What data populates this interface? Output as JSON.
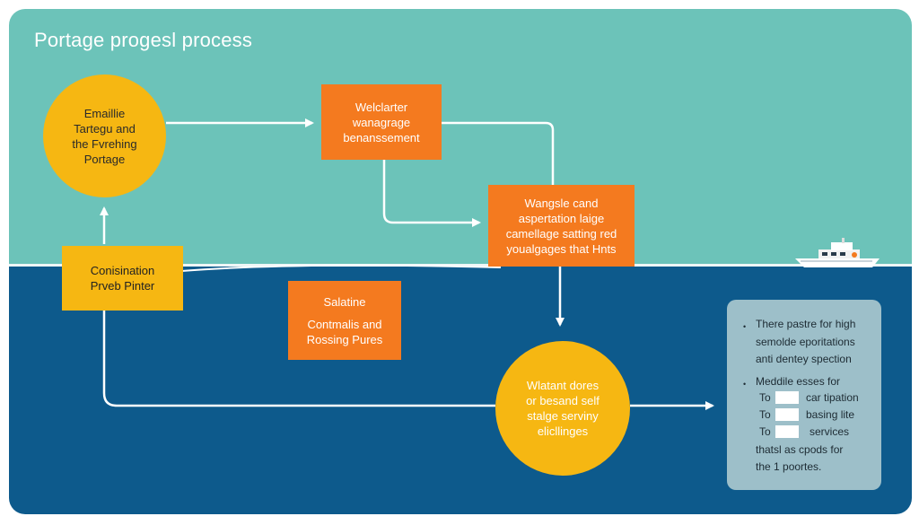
{
  "title": "Portage progesl process",
  "colors": {
    "sky": "#6cc3b9",
    "sea": "#0d5a8c",
    "orange": "#f47a1f",
    "yellow": "#f6b712",
    "panel": "#9dbfc9",
    "connector": "#ffffff"
  },
  "nodes": {
    "start_circle": [
      "Emaillie",
      "Tartegu and",
      "the Fvrehing",
      "Portage"
    ],
    "top_box": [
      "Welclarter",
      "wanagrage",
      "benanssement"
    ],
    "mid_box": [
      "Wangsle cand",
      "aspertation laige",
      "camellage satting red",
      "youalgages that Hnts"
    ],
    "left_box": [
      "Conisination",
      "Prveb Pinter"
    ],
    "center_box": [
      "Salatine",
      "Contmalis and",
      "Rossing Pures"
    ],
    "end_circle": [
      "Wlatant dores",
      "or besand self",
      "stalge serviny",
      "elicllinges"
    ]
  },
  "panel": {
    "bullet_glyph": "•",
    "item1": [
      "There pastre for high",
      "semolde eporitations",
      "anti dentey spection"
    ],
    "item2_head": "Meddile esses for",
    "item2_rows": [
      {
        "prefix": "To",
        "text": "car tipation"
      },
      {
        "prefix": "To",
        "text": "basing lite"
      },
      {
        "prefix": "To",
        "text": "services"
      }
    ],
    "item2_tail": [
      "thatsl as cpods for",
      "the 1 poortes."
    ]
  },
  "icons": {
    "boat": "boat-icon"
  }
}
